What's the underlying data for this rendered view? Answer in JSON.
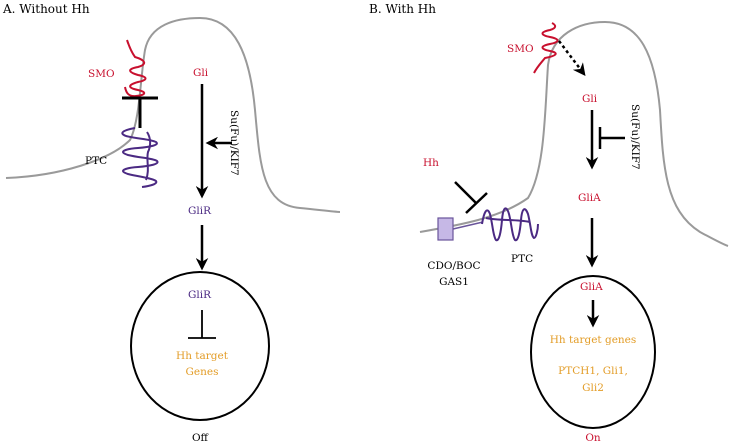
{
  "colors": {
    "red": "#c8102e",
    "purple": "#4b2a83",
    "orange": "#e39d28",
    "black": "#000000",
    "membrane": "#9a9a9a",
    "box_fill": "#c6b8e6",
    "box_stroke": "#6a559b"
  },
  "panel_a": {
    "title": "A. Without Hh",
    "smo": "SMO",
    "gli": "Gli",
    "sufu": "Su(Fu)/KIF7",
    "ptc": "PTC",
    "glir_cyto": "GliR",
    "glir_nucleus": "GliR",
    "target_line1": "Hh target",
    "target_line2": "Genes",
    "state": "Off"
  },
  "panel_b": {
    "title": "B. With Hh",
    "smo": "SMO",
    "gli": "Gli",
    "sufu": "Su(Fu)/KIF7",
    "hh": "Hh",
    "ptc": "PTC",
    "cdo_line1": "CDO/BOC",
    "cdo_line2": "GAS1",
    "glia_cyto": "GliA",
    "glia_nucleus": "GliA",
    "target": "Hh target genes",
    "genes_line1": "PTCH1, Gli1,",
    "genes_line2": "Gli2",
    "state": "On"
  }
}
